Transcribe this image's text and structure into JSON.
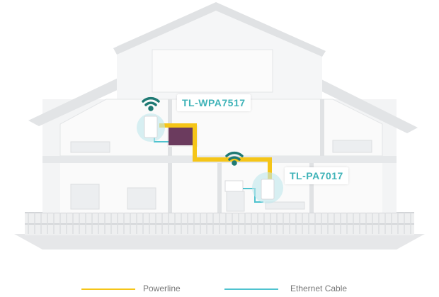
{
  "devices": [
    {
      "name": "TL-WPA7517"
    },
    {
      "name": "TL-PA7017"
    }
  ],
  "legend": [
    {
      "label": "Powerline",
      "color": "#f5c518"
    },
    {
      "label": "Ethernet Cable",
      "color": "#4fc3cf"
    }
  ],
  "colors": {
    "wifi": "#1f7a74",
    "house": "#f1f2f3",
    "walls": "#e4e6e8"
  }
}
